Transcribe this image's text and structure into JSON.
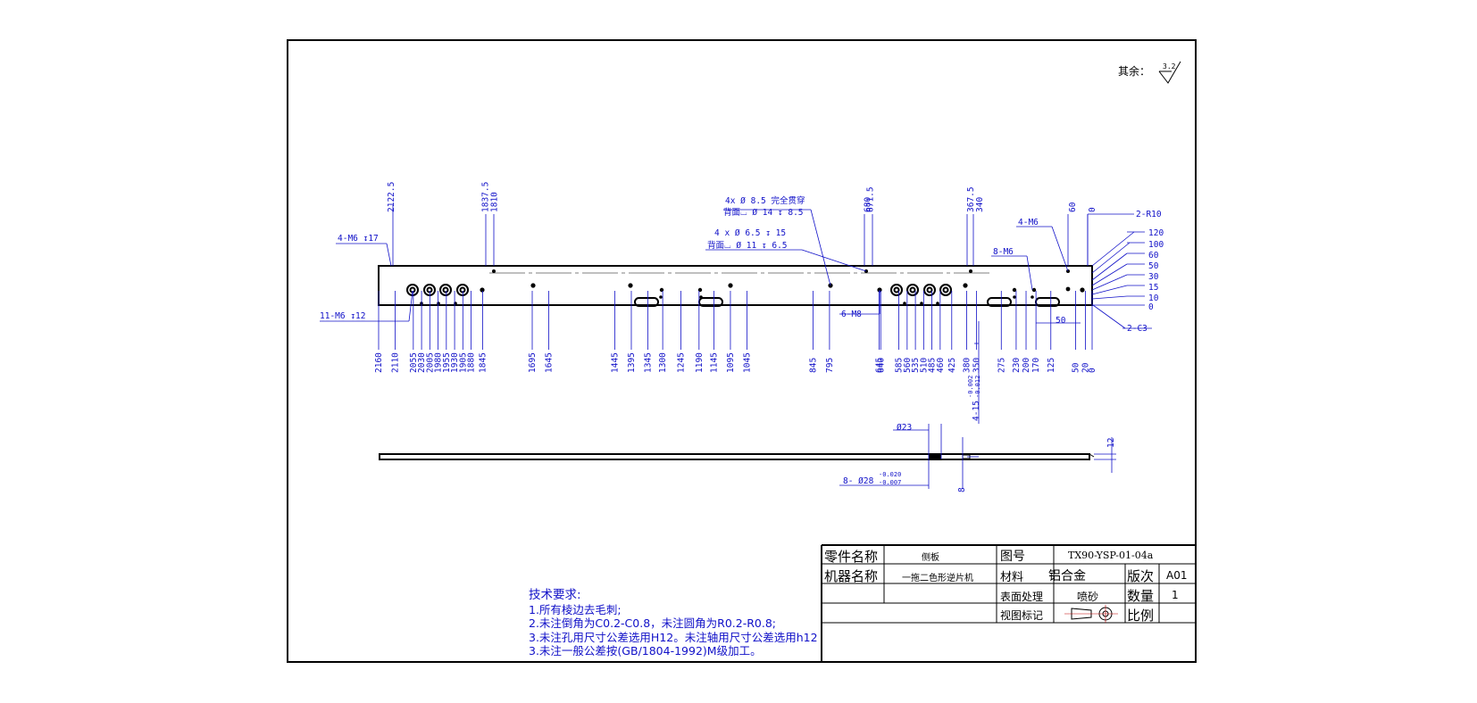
{
  "drawing": {
    "roughness_label": "其余：",
    "roughness_value": "3.2",
    "dims_x_bottom": [
      "2160",
      "2110",
      "2055",
      "2030",
      "2005",
      "1980",
      "1955",
      "1930",
      "1905",
      "1880",
      "1845",
      "1695",
      "1645",
      "1445",
      "1395",
      "1345",
      "1300",
      "1245",
      "1190",
      "1145",
      "1095",
      "1045",
      "845",
      "795",
      "645",
      "640",
      "585",
      "560",
      "535",
      "510",
      "485",
      "460",
      "425",
      "380",
      "350",
      "275",
      "230",
      "200",
      "170",
      "125",
      "50",
      "20",
      "0"
    ],
    "dims_x_top_left": [
      "2122.5",
      "1837.5",
      "1810"
    ],
    "dims_x_top_mid": [
      "680",
      "671.5"
    ],
    "dims_x_top_right": [
      "367.5",
      "340"
    ],
    "dims_x_top_far": [
      "60",
      "0"
    ],
    "dims_y_right": [
      "120",
      "100",
      "60",
      "50",
      "30",
      "15",
      "10",
      "0"
    ],
    "dim_r": "2-R10",
    "dim_c": "2-C3",
    "dim_50": "50",
    "tolerance_slot": [
      "-0.002",
      "-0.012"
    ],
    "slot_label": "4-15",
    "callout_m6_left": "4-M6 ↧17",
    "callout_m5_left": "11-M6 ↧12",
    "callout_holes_85": "4x  Ø 8.5 完全贯穿",
    "callout_cb_14": "背面⌴ Ø 14 ↧ 8.5",
    "callout_holes_65": "4 x  Ø 6.5 ↧ 15",
    "callout_cb_11": "背面⌴ Ø 11 ↧ 6.5",
    "callout_6m8": "6-M8",
    "callout_8m6": "8-M6",
    "callout_4m6": "4-M6",
    "side_d23": "Ø23",
    "side_d28": "8- Ø28",
    "side_tol": [
      "-0.020",
      "-0.007"
    ],
    "side_12": "12",
    "side_8": "8"
  },
  "tech_requirements": {
    "title": "技术要求:",
    "items": [
      "1.所有棱边去毛刺;",
      "2.未注倒角为C0.2-C0.8，未注圆角为R0.2-R0.8;",
      "3.未注孔用尺寸公差选用H12。未注轴用尺寸公差选用h12",
      "3.未注一般公差按(GB/1804-1992)M级加工。"
    ]
  },
  "title_block": {
    "part_name_label": "零件名称",
    "part_name": "侧板",
    "drawing_no_label": "图号",
    "drawing_no": "TX90-YSP-01-04a",
    "machine_label": "机器名称",
    "machine_name": "一拖二色形逆片机",
    "material_label": "材料",
    "material": "铝合金",
    "version_label": "版次",
    "version": "A01",
    "surface_label": "表面处理",
    "surface": "喷砂",
    "quantity_label": "数量",
    "quantity": "1",
    "view_label": "视图标记",
    "scale_label": "比例"
  },
  "colors": {
    "line": "#000000",
    "dimension": "#1010c8",
    "paper": "#ffffff"
  }
}
